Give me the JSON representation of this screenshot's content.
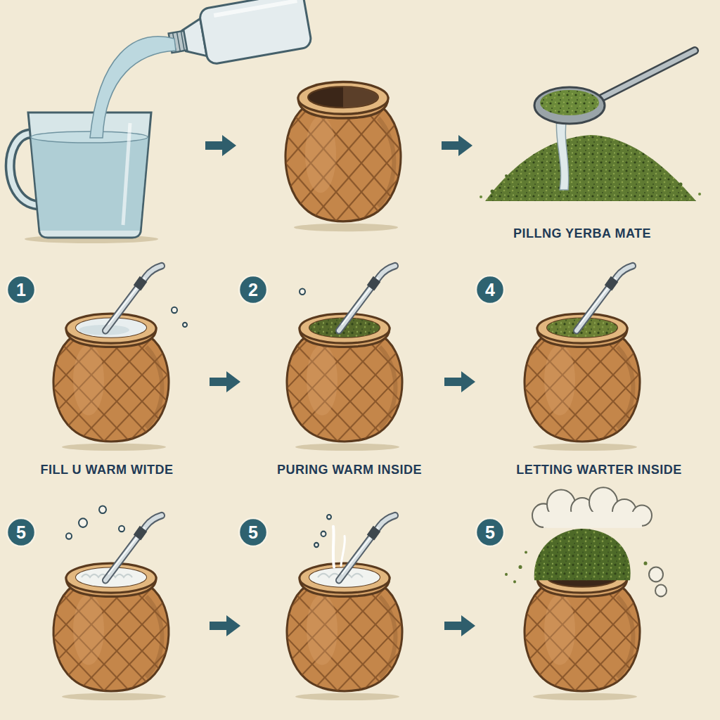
{
  "diagram": {
    "nodes": [
      {
        "text": [
          "1"
        ]
      },
      {
        "text": [
          "2"
        ]
      },
      {
        "text": [
          "4"
        ]
      },
      {
        "text": [
          "5"
        ]
      },
      {
        "text": [
          "5"
        ]
      },
      {
        "text": [
          "5"
        ]
      }
    ],
    "labels": [
      "PILLNG YERBA MATE",
      "FILL U WARM WITDE",
      "PURING WARM INSIDE",
      "LETTING WARTER INSIDE"
    ]
  }
}
